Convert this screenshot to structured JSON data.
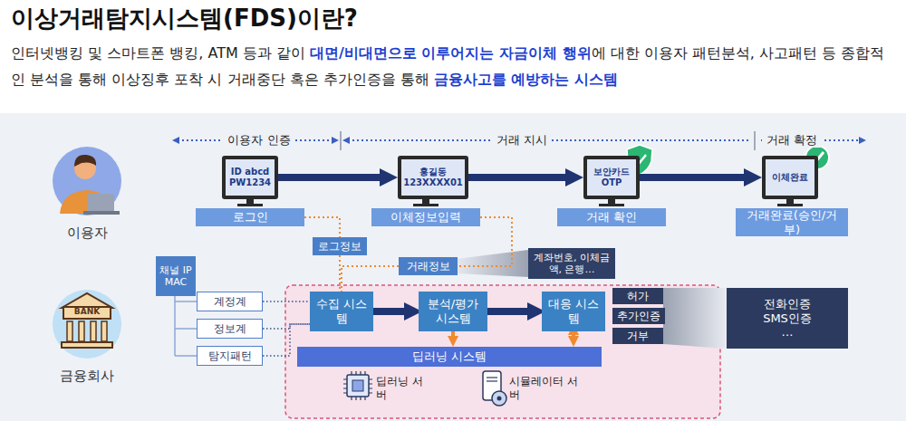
{
  "diagram": {
    "title": "이상거래탐지시스템(FDS)이란?",
    "nodes": [
      {
        "text": [
          "ID abcd",
          "PW1234"
        ]
      },
      {
        "text": [
          "로그인"
        ]
      },
      {
        "text": [
          "홍길동",
          "123XXXX01"
        ]
      },
      {
        "text": [
          "이체정보입력"
        ]
      },
      {
        "text": [
          "보안카드",
          "OTP"
        ]
      },
      {
        "text": [
          "거래 확인"
        ]
      },
      {
        "text": [
          "이체완료"
        ]
      },
      {
        "text": [
          "거래완료(승인/거부)"
        ]
      },
      {
        "text": [
          "로그정보"
        ]
      },
      {
        "text": [
          "거래정보"
        ]
      },
      {
        "text": [
          "계좌번호, 이체금액, 은행…"
        ]
      },
      {
        "text": [
          "채널 IP MAC"
        ]
      },
      {
        "text": [
          "계정계"
        ]
      },
      {
        "text": [
          "정보계"
        ]
      },
      {
        "text": [
          "탐지패턴"
        ]
      },
      {
        "text": [
          "수집 시스템"
        ]
      },
      {
        "text": [
          "분석/평가 시스템"
        ]
      },
      {
        "text": [
          "대응 시스템"
        ]
      },
      {
        "text": [
          "딥러닝 시스템"
        ]
      },
      {
        "text": [
          "허가"
        ]
      },
      {
        "text": [
          "추가인증"
        ]
      },
      {
        "text": [
          "거부"
        ]
      },
      {
        "text": [
          "전화인증 SMS인증 …"
        ]
      }
    ],
    "edges": [
      {
        "from": 0,
        "to": 2,
        "arrow": "to"
      },
      {
        "from": 2,
        "to": 4,
        "arrow": "to"
      },
      {
        "from": 4,
        "to": 6,
        "arrow": "to"
      },
      {
        "from": 1,
        "to": 8,
        "arrow": "none"
      },
      {
        "from": 8,
        "to": 15,
        "arrow": "none"
      },
      {
        "from": 3,
        "to": 9,
        "arrow": "none"
      },
      {
        "from": 9,
        "to": 15,
        "arrow": "none"
      },
      {
        "from": 12,
        "to": 15,
        "arrow": "none"
      },
      {
        "from": 13,
        "to": 15,
        "arrow": "none"
      },
      {
        "from": 14,
        "to": 15,
        "arrow": "none"
      },
      {
        "from": 15,
        "to": 16,
        "arrow": "to"
      },
      {
        "from": 16,
        "to": 17,
        "arrow": "to"
      },
      {
        "from": 16,
        "to": 18,
        "arrow": "to"
      },
      {
        "from": 17,
        "to": 18,
        "arrow": "both"
      }
    ],
    "labels": [
      "인터넷뱅킹 및 스마트폰 뱅킹, ATM 등과 같이 ",
      "대면/비대면으로 이루어지는 자금이체 행위",
      "에 대한 이용자 패턴분석, 사고패턴 등 종합적인 분석을 통해 이상징후 포착 시 거래중단 혹은 추가인증을 통해 ",
      "금융사고를 예방하는 시스템",
      "이용자 인증",
      "거래 지시",
      "거래 확정",
      "이용자",
      "금융회사",
      "딥러닝 서버",
      "시뮬레이터 서버",
      "BANK"
    ]
  }
}
